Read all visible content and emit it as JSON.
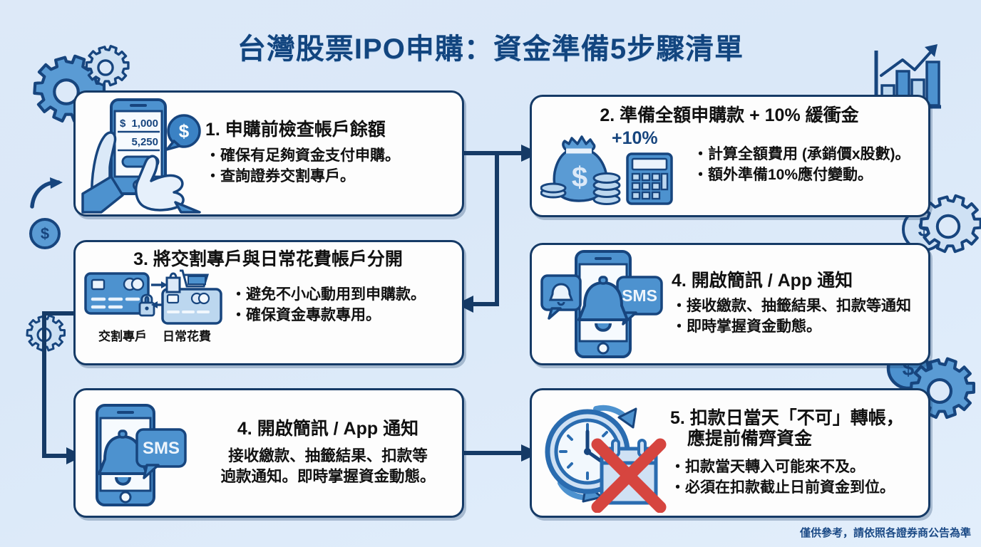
{
  "page": {
    "title": "台灣股票IPO申購：資金準備5步驟清單",
    "footer_note": "僅供參考，請依照各證券商公告為準",
    "colors": {
      "background": "#dce9f8",
      "title_blue": "#12457f",
      "card_border": "#153a66",
      "accent_blue": "#3b82c4",
      "light_blue": "#bcd7ef",
      "red_cross": "#d6453f",
      "card_bg": "#fdfdfd"
    }
  },
  "cards": [
    {
      "id": "step-1",
      "title": "1. 申購前檢查帳戶餘額",
      "bullets": [
        "確保有足夠資金支付申購。",
        "查詢證券交割專戶。"
      ],
      "art": "hand-holding-phone-with-balance",
      "phone_screen": {
        "currency": "$",
        "amount_top": "1,000",
        "amount_bottom": "5,250"
      }
    },
    {
      "id": "step-2",
      "title": "2. 準備全額申購款 + 10% 緩衝金",
      "bullets": [
        "計算全額費用 (承銷價x股數)。",
        "額外準備10%應付變動。"
      ],
      "art": "money-bag-coins-calculator",
      "art_label": "+10%"
    },
    {
      "id": "step-3",
      "title": "3. 將交割專戶與日常花費帳戶分開",
      "bullets": [
        "避免不小心動用到申購款。",
        "確保資金專款專用。"
      ],
      "art": "two-credit-cards-lock-cart",
      "art_labels": [
        "交割專戶",
        "日常花費"
      ]
    },
    {
      "id": "step-4",
      "title": "4. 開啟簡訊 / App 通知",
      "bullets": [
        "接收繳款、抽籤結果、扣款等通知",
        "即時掌握資金動態。"
      ],
      "art": "phone-bell-sms-notifications",
      "art_label": "SMS"
    },
    {
      "id": "step-4-duplicate",
      "title": "4. 開啟簡訊 / App 通知",
      "paragraph_lines": [
        "接收繳款、抽籤結果、扣款等",
        "逈款通知。即時掌握資金動態。"
      ],
      "art": "phone-bell-sms",
      "art_label": "SMS"
    },
    {
      "id": "step-5",
      "title_lines": [
        "5. 扣款日當天「不可」轉帳，",
        "應提前備齊資金"
      ],
      "bullets": [
        "扣款當天轉入可能來不及。",
        "必須在扣款截止日前資金到位。"
      ],
      "art": "clock-calendar-crossed-out"
    }
  ],
  "decorations": [
    {
      "name": "gear-large-top-left",
      "symbol": "gear"
    },
    {
      "name": "gear-small-top-left",
      "symbol": "gear"
    },
    {
      "name": "curved-arrow-left",
      "symbol": "arrow"
    },
    {
      "name": "dollar-coin-left",
      "symbol": "$"
    },
    {
      "name": "bar-chart-growth-top-right",
      "symbol": "chart"
    },
    {
      "name": "gear-right-middle",
      "symbol": "gear"
    },
    {
      "name": "dollar-coin-right-middle",
      "symbol": "$"
    },
    {
      "name": "dollar-coin-right-lower",
      "symbol": "$"
    },
    {
      "name": "gear-right-lower",
      "symbol": "gear"
    }
  ],
  "flow": {
    "arrows": [
      {
        "from": "step-1",
        "to": "step-2",
        "direction": "right"
      },
      {
        "from": "step-2",
        "to": "step-3",
        "direction": "left"
      },
      {
        "from": "step-3",
        "to": "step-4-duplicate",
        "direction": "down-left-loop"
      },
      {
        "from": "step-4-duplicate",
        "to": "step-5",
        "direction": "right"
      }
    ]
  }
}
